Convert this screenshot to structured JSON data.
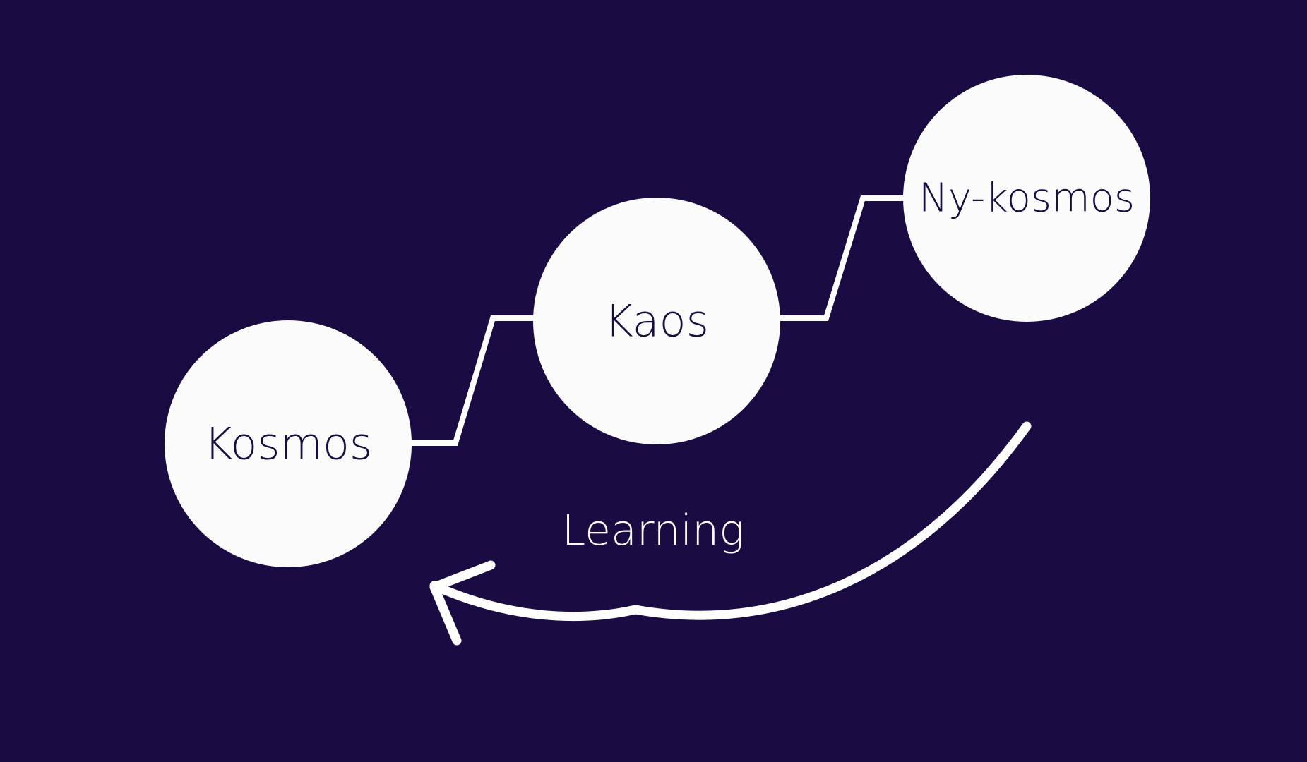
{
  "colors": {
    "background": "#1a0c43",
    "node_fill": "#fbfbfb",
    "line": "#ffffff",
    "node_text": "#1a0c43",
    "label_text": "#ffffff"
  },
  "nodes": {
    "kosmos": {
      "label": "Kosmos"
    },
    "kaos": {
      "label": "Kaos"
    },
    "ny_kosmos": {
      "label": "Ny-kosmos"
    }
  },
  "feedback": {
    "label": "Learning"
  }
}
